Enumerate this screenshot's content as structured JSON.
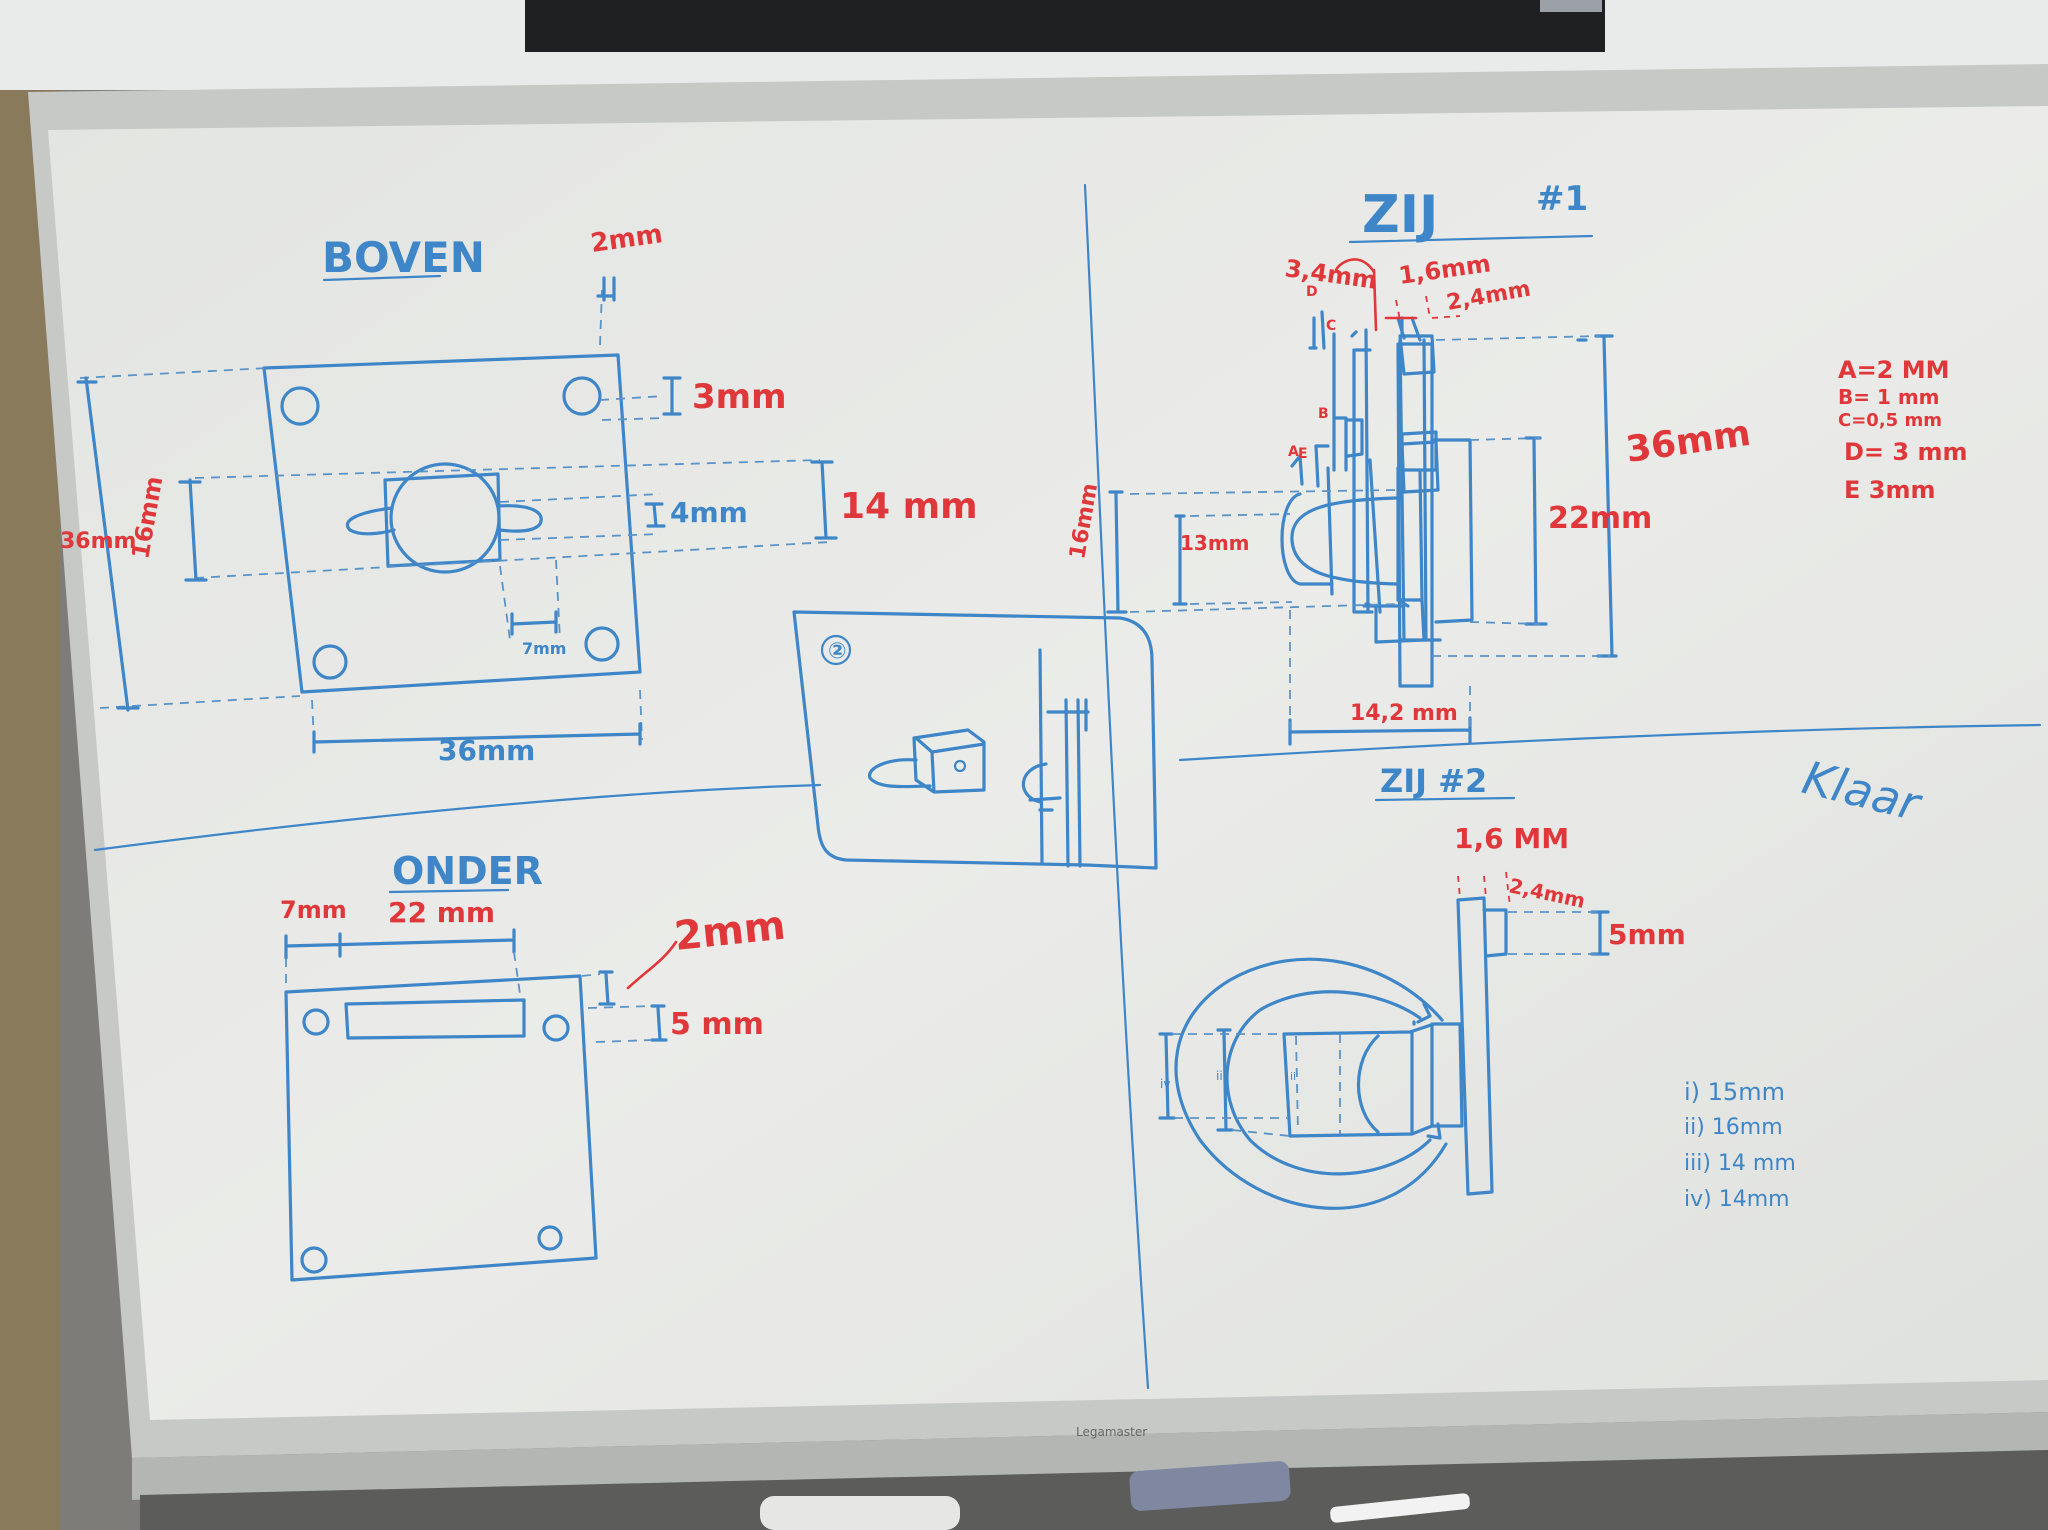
{
  "colors": {
    "marker_blue": "#3e86c8",
    "marker_red": "#e0383a",
    "board": "#e7e9e6",
    "frame": "#c9ccc9"
  },
  "board_brand": "Legamaster",
  "sections": {
    "boven": {
      "title": "BOVEN",
      "labels": [
        "2mm",
        "3mm",
        "14 mm",
        "4mm",
        "7mm",
        "36mm",
        "16mm",
        "36mm"
      ]
    },
    "zij1": {
      "title": "ZIJ",
      "number": "#1",
      "labels": [
        "3,4mm",
        "1,6mm",
        "2,4mm",
        "36mm",
        "22mm",
        "16mm",
        "13mm",
        "14,2 mm"
      ],
      "letters": [
        "A",
        "B",
        "C",
        "D",
        "E"
      ],
      "legend": [
        "A=2 MM",
        "B= 1 mm",
        "C=0,5 mm",
        "D= 3 mm",
        "E 3mm"
      ]
    },
    "sketch2": {
      "number": "②"
    },
    "onder": {
      "title": "ONDER",
      "labels": [
        "7mm",
        "22 mm",
        "2mm",
        "5 mm"
      ]
    },
    "zij2": {
      "title": "ZIJ #2",
      "labels": [
        "1,6 MM",
        "2,4mm",
        "5mm"
      ],
      "roman": [
        "iv",
        "iii",
        "ii"
      ],
      "list": [
        "i) 15mm",
        "ii) 16mm",
        "iii) 14 mm",
        "iv) 14mm"
      ]
    },
    "klaar": "Klaar"
  }
}
